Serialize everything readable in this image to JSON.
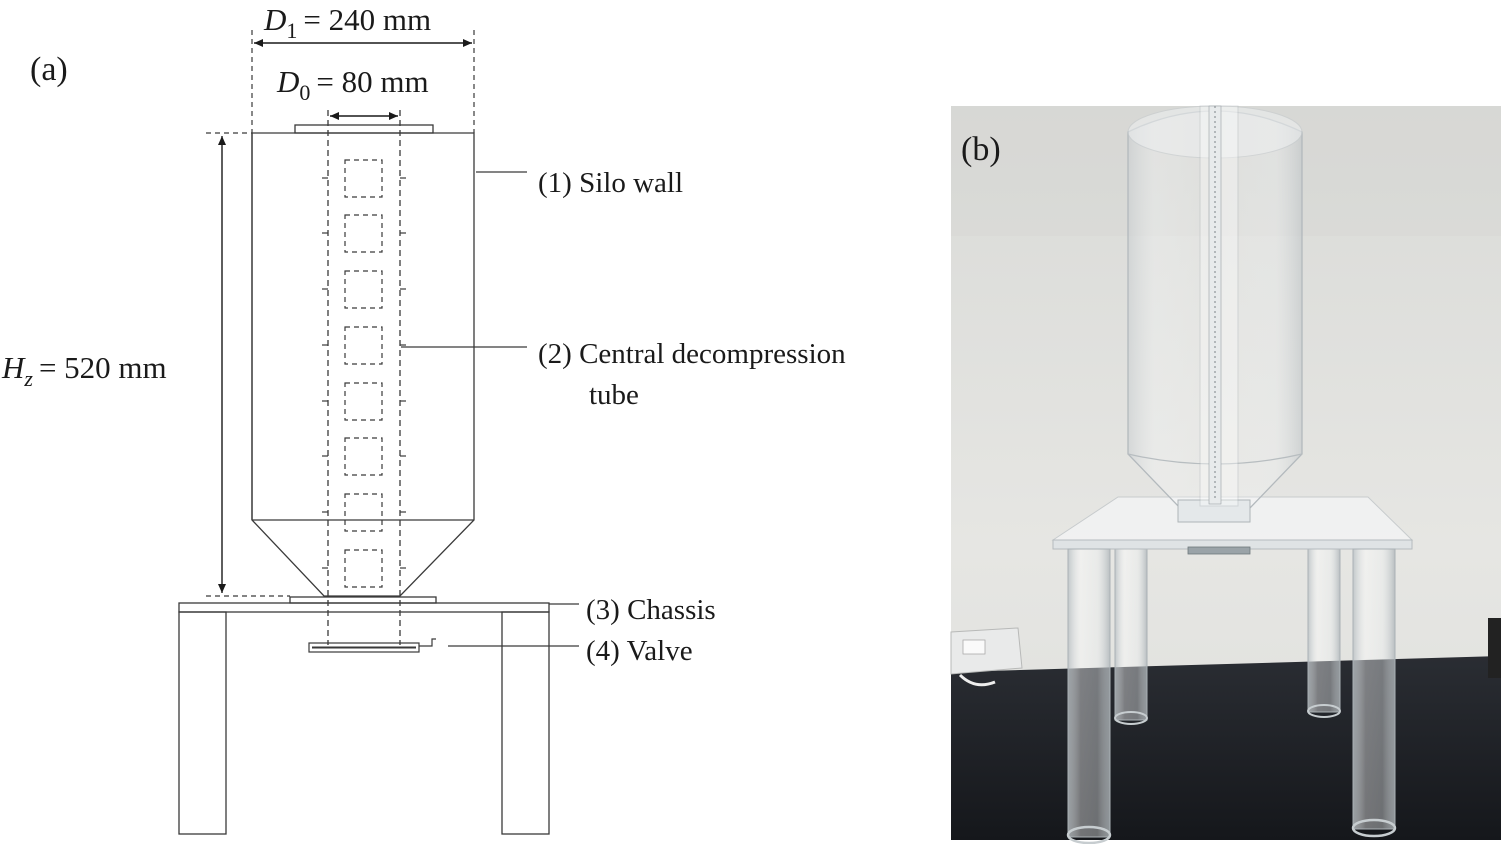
{
  "panel_a": {
    "label": "(a)",
    "dimensions": {
      "d1": {
        "sym": "D",
        "sub": "1",
        "value": "= 240 mm"
      },
      "d0": {
        "sym": "D",
        "sub": "0",
        "value": "= 80 mm"
      },
      "hz": {
        "sym": "H",
        "sub": "z",
        "value": "= 520 mm"
      }
    },
    "callouts": [
      {
        "num": "(1)",
        "text": "Silo wall"
      },
      {
        "num": "(2)",
        "text": "Central decompression",
        "text2": "tube"
      },
      {
        "num": "(3)",
        "text": "Chassis"
      },
      {
        "num": "(4)",
        "text": "Valve"
      }
    ]
  },
  "panel_b": {
    "label": "(b)"
  },
  "colors": {
    "line": "#3a3a3a",
    "wall_bg": "#e4e4e2",
    "bench": "#1c1e22",
    "acrylic": "#eef1f3"
  }
}
